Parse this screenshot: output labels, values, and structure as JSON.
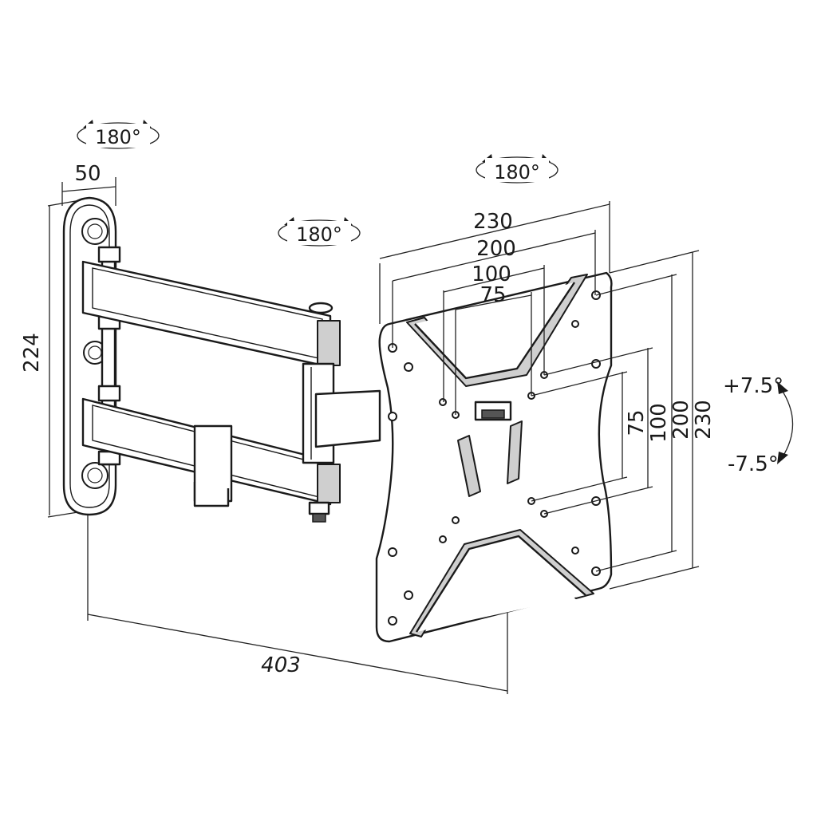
{
  "rotations": {
    "wall_plate": "180°",
    "arm_joint": "180°",
    "tv_plate": "180°"
  },
  "tilt": {
    "up": "+7.5°",
    "down": "-7.5°"
  },
  "dimensions": {
    "wall_plate_depth": "50",
    "wall_plate_height": "224",
    "max_extension": "403",
    "plate_horizontal": [
      "230",
      "200",
      "100",
      "75"
    ],
    "plate_vertical": [
      "75",
      "100",
      "200",
      "230"
    ]
  }
}
